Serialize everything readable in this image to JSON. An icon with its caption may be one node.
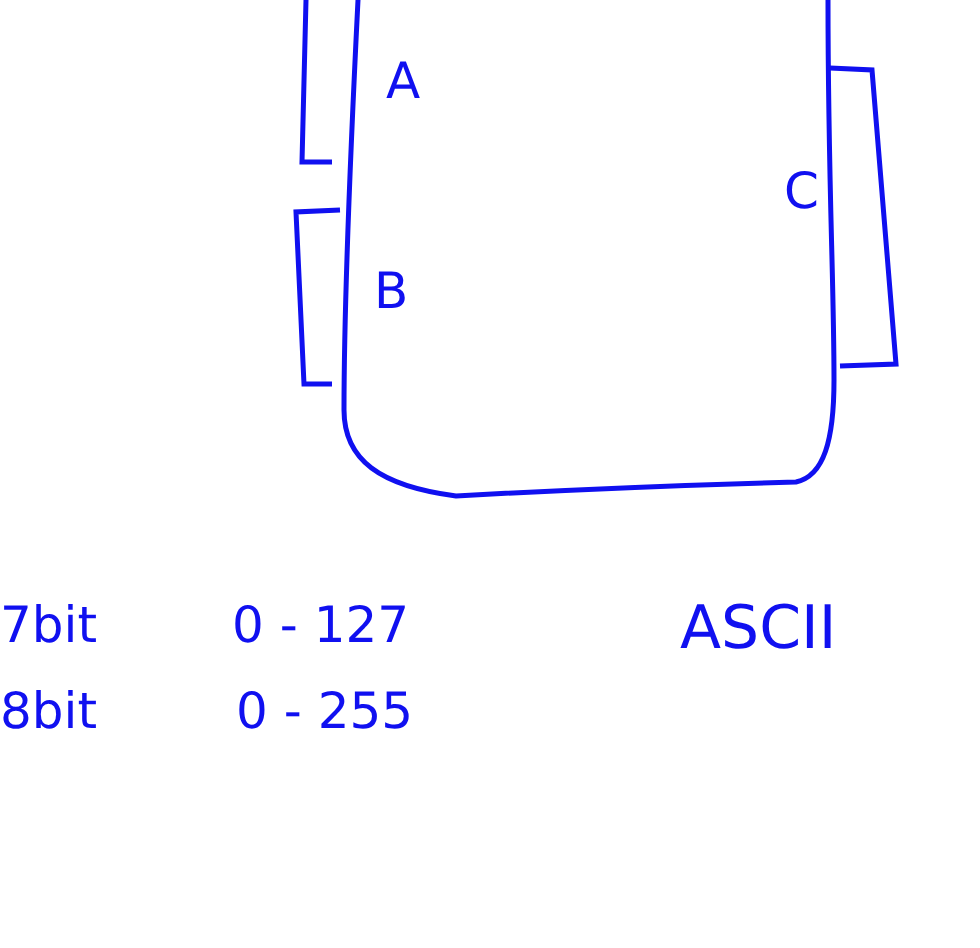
{
  "diagram": {
    "labels": [
      "A",
      "B",
      "C",
      "7bit",
      "0 - 127",
      "ASCII",
      "8bit",
      "0 - 255"
    ]
  }
}
